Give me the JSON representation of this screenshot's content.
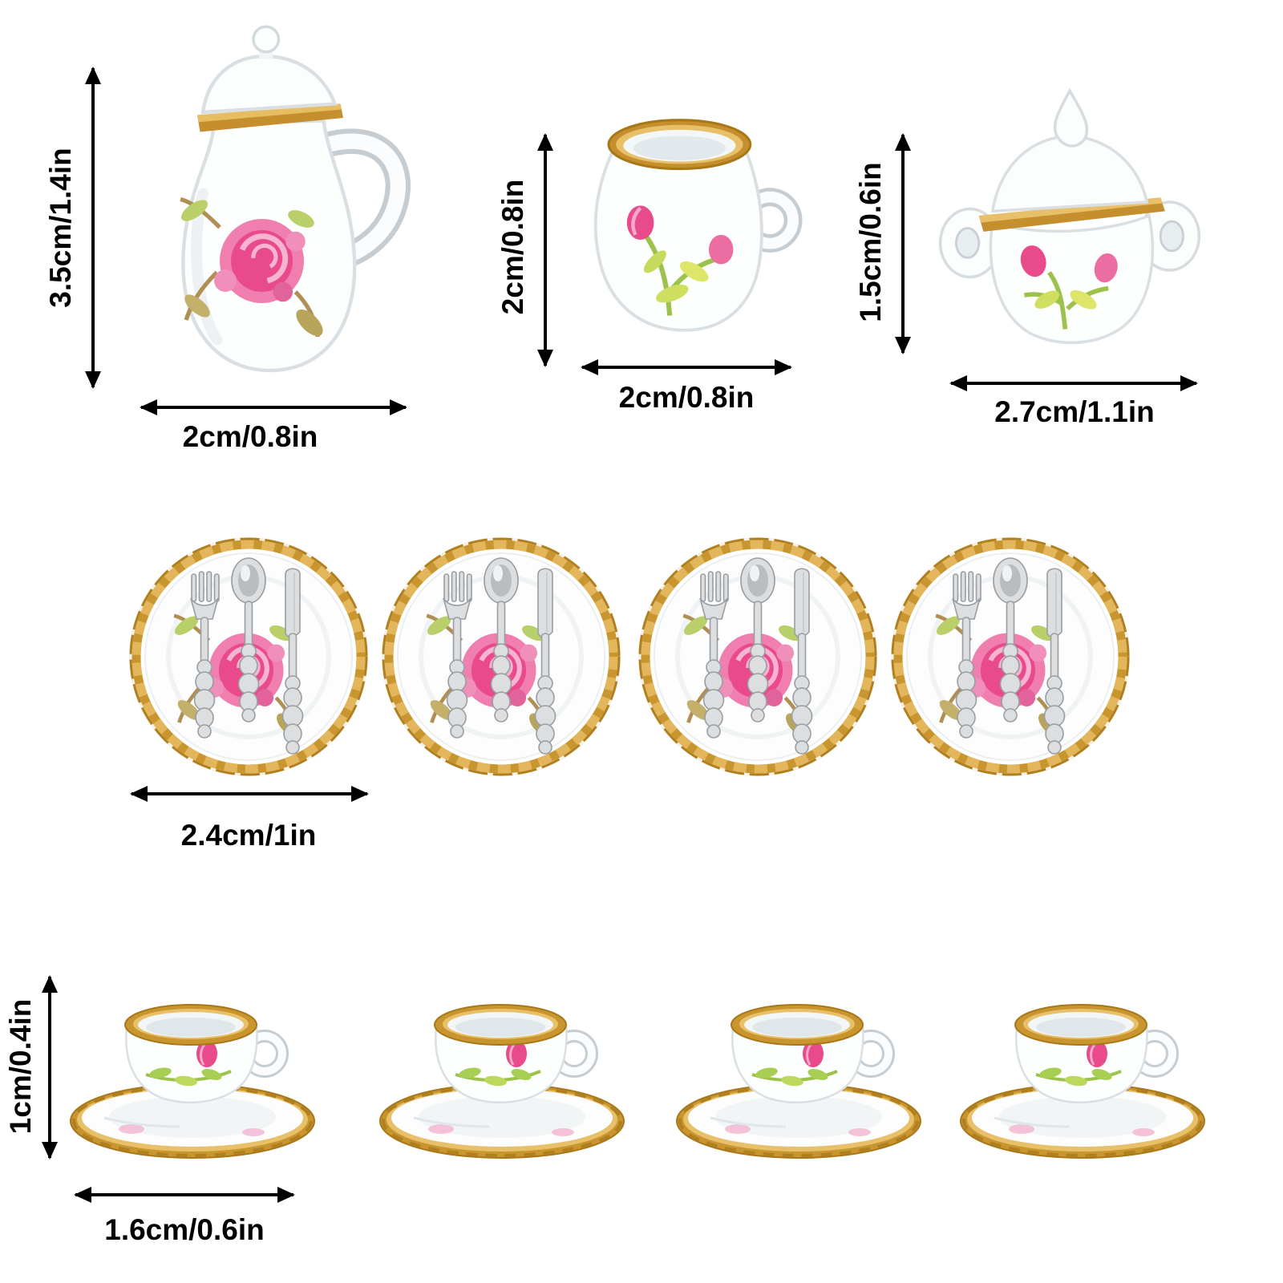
{
  "annotations": {
    "teapot": {
      "height": "3.5cm/1.4in",
      "width": "2cm/0.8in"
    },
    "creamer": {
      "height": "2cm/0.8in",
      "width": "2cm/0.8in"
    },
    "sugar_bowl": {
      "height": "1.5cm/0.6in",
      "width": "2.7cm/1.1in"
    },
    "plate": {
      "width": "2.4cm/1in"
    },
    "teacup": {
      "height": "1cm/0.4in",
      "width": "1.6cm/0.6in"
    }
  },
  "colors": {
    "background": "#ffffff",
    "annotation": "#000000",
    "gold_trim": "#c9952f",
    "gold_dark": "#a87718",
    "gold_light": "#e9c06a",
    "rose_pink": "#e84a8b",
    "rose_light": "#f07fb0",
    "leaf_green": "#9cc24c",
    "silver": "#dcdee0",
    "porcelain_shade": "#d9dfe3"
  }
}
